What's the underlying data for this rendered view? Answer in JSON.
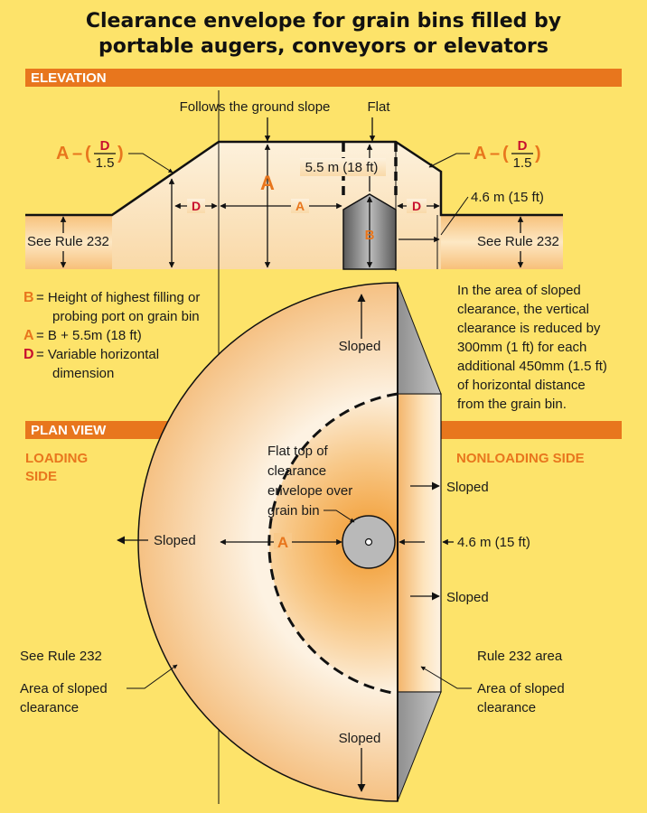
{
  "title": {
    "line1": "Clearance envelope for grain bins filled by",
    "line2": "portable augers, conveyors or elevators"
  },
  "colors": {
    "background": "#fde36a",
    "section_bar": "#e8761d",
    "accent_orange": "#e8761d",
    "accent_red": "#c8102e",
    "bin_gray": "#8a8a8a"
  },
  "elevation": {
    "section_label": "ELEVATION",
    "follows_slope": "Follows the ground slope",
    "flat": "Flat",
    "formula_left": {
      "a": "A",
      "minus": "–",
      "open": "(",
      "num": "D",
      "den": "1.5",
      "close": ")"
    },
    "formula_right": {
      "a": "A",
      "minus": "–",
      "open": "(",
      "num": "D",
      "den": "1.5",
      "close": ")"
    },
    "vertical_clearance": "5.5 m (18 ft)",
    "horizontal_clearance": "4.6 m (15 ft)",
    "label_a_vertical": "A",
    "label_a_horizontal": "A",
    "label_d_left": "D",
    "label_d_right": "D",
    "label_b": "B",
    "see_rule_left": "See Rule 232",
    "see_rule_right": "See Rule 232"
  },
  "legend": {
    "b_key": "B",
    "b_eq": "= Height of highest filling or",
    "b_eq2": "probing port on grain bin",
    "a_key": "A",
    "a_eq": "= B + 5.5m (18 ft)",
    "d_key": "D",
    "d_eq": "= Variable horizontal",
    "d_eq2": "dimension"
  },
  "note": {
    "lines": [
      "In the area of sloped",
      "clearance, the vertical",
      "clearance is reduced by",
      "300mm (1 ft) for each",
      "additional 450mm (1.5 ft)",
      "of horizontal distance",
      "from the grain bin."
    ]
  },
  "plan": {
    "section_label": "PLAN VIEW",
    "loading_side_1": "LOADING",
    "loading_side_2": "SIDE",
    "nonloading_side": "NONLOADING SIDE",
    "flat_top_lines": [
      "Flat top of",
      "clearance",
      "envelope over",
      "grain bin"
    ],
    "sloped_top": "Sloped",
    "sloped_left": "Sloped",
    "sloped_bottom": "Sloped",
    "sloped_right_top": "Sloped",
    "sloped_right_bottom": "Sloped",
    "label_a": "A",
    "right_clearance": "4.6 m (15 ft)",
    "see_rule": "See Rule 232",
    "area_sloped_left_1": "Area of sloped",
    "area_sloped_left_2": "clearance",
    "rule_area": "Rule 232 area",
    "area_sloped_right_1": "Area of sloped",
    "area_sloped_right_2": "clearance"
  }
}
